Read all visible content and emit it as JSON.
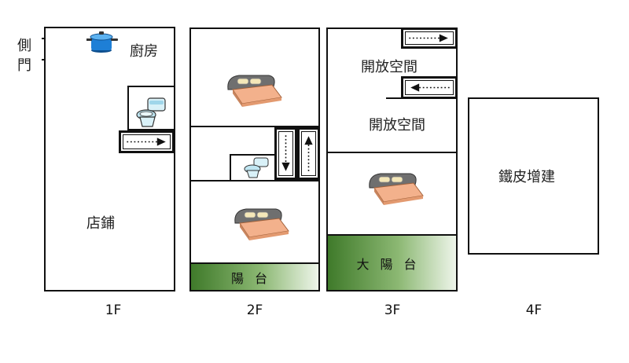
{
  "colors": {
    "wall": "#111111",
    "balcony_dark": "#3f7a2a",
    "balcony_light": "#eef5ea",
    "bed_frame": "#7c7c7c",
    "bed_sheet": "#f3b18c",
    "pot": "#1e7fd6",
    "toilet": "#bfe6f2"
  },
  "side_door": {
    "label_top": "側",
    "label_bottom": "門"
  },
  "floors": [
    {
      "label": "1F",
      "rooms": {
        "kitchen": "廚房",
        "shop": "店鋪"
      },
      "icons": [
        "cooking-pot-icon",
        "toilet-icon"
      ]
    },
    {
      "label": "2F",
      "rooms": {
        "balcony": "陽台"
      },
      "icons": [
        "bed-icon",
        "toilet-icon",
        "bed-icon"
      ]
    },
    {
      "label": "3F",
      "rooms": {
        "open_space_top": "開放空間",
        "open_space_mid": "開放空間",
        "balcony": "大陽台"
      },
      "icons": [
        "bed-icon"
      ]
    },
    {
      "label": "4F",
      "rooms": {
        "tin_addition": "鐵皮增建"
      },
      "icons": []
    }
  ],
  "stairs": [
    {
      "floor": "1F",
      "direction": "right"
    },
    {
      "floor": "2F",
      "direction": "down"
    },
    {
      "floor": "2F",
      "direction": "up"
    },
    {
      "floor": "3F",
      "direction": "right"
    },
    {
      "floor": "3F",
      "direction": "left"
    }
  ]
}
